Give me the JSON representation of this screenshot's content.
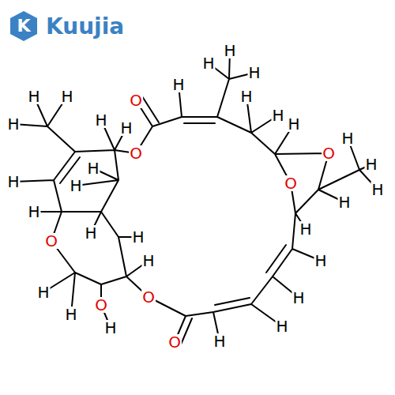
{
  "diagram": {
    "labels": [
      "K",
      "Kuujia",
      "H",
      "H",
      "H",
      "H",
      "O",
      "H",
      "H",
      "H",
      "H",
      "H",
      "H",
      "H",
      "H",
      "O",
      "O",
      "H",
      "H",
      "H",
      "H",
      "H",
      "O",
      "H",
      "H",
      "H",
      "H",
      "O",
      "H",
      "H",
      "H",
      "H",
      "O",
      "O",
      "H",
      "H",
      "H",
      "H",
      "H",
      "O",
      "H"
    ]
  }
}
